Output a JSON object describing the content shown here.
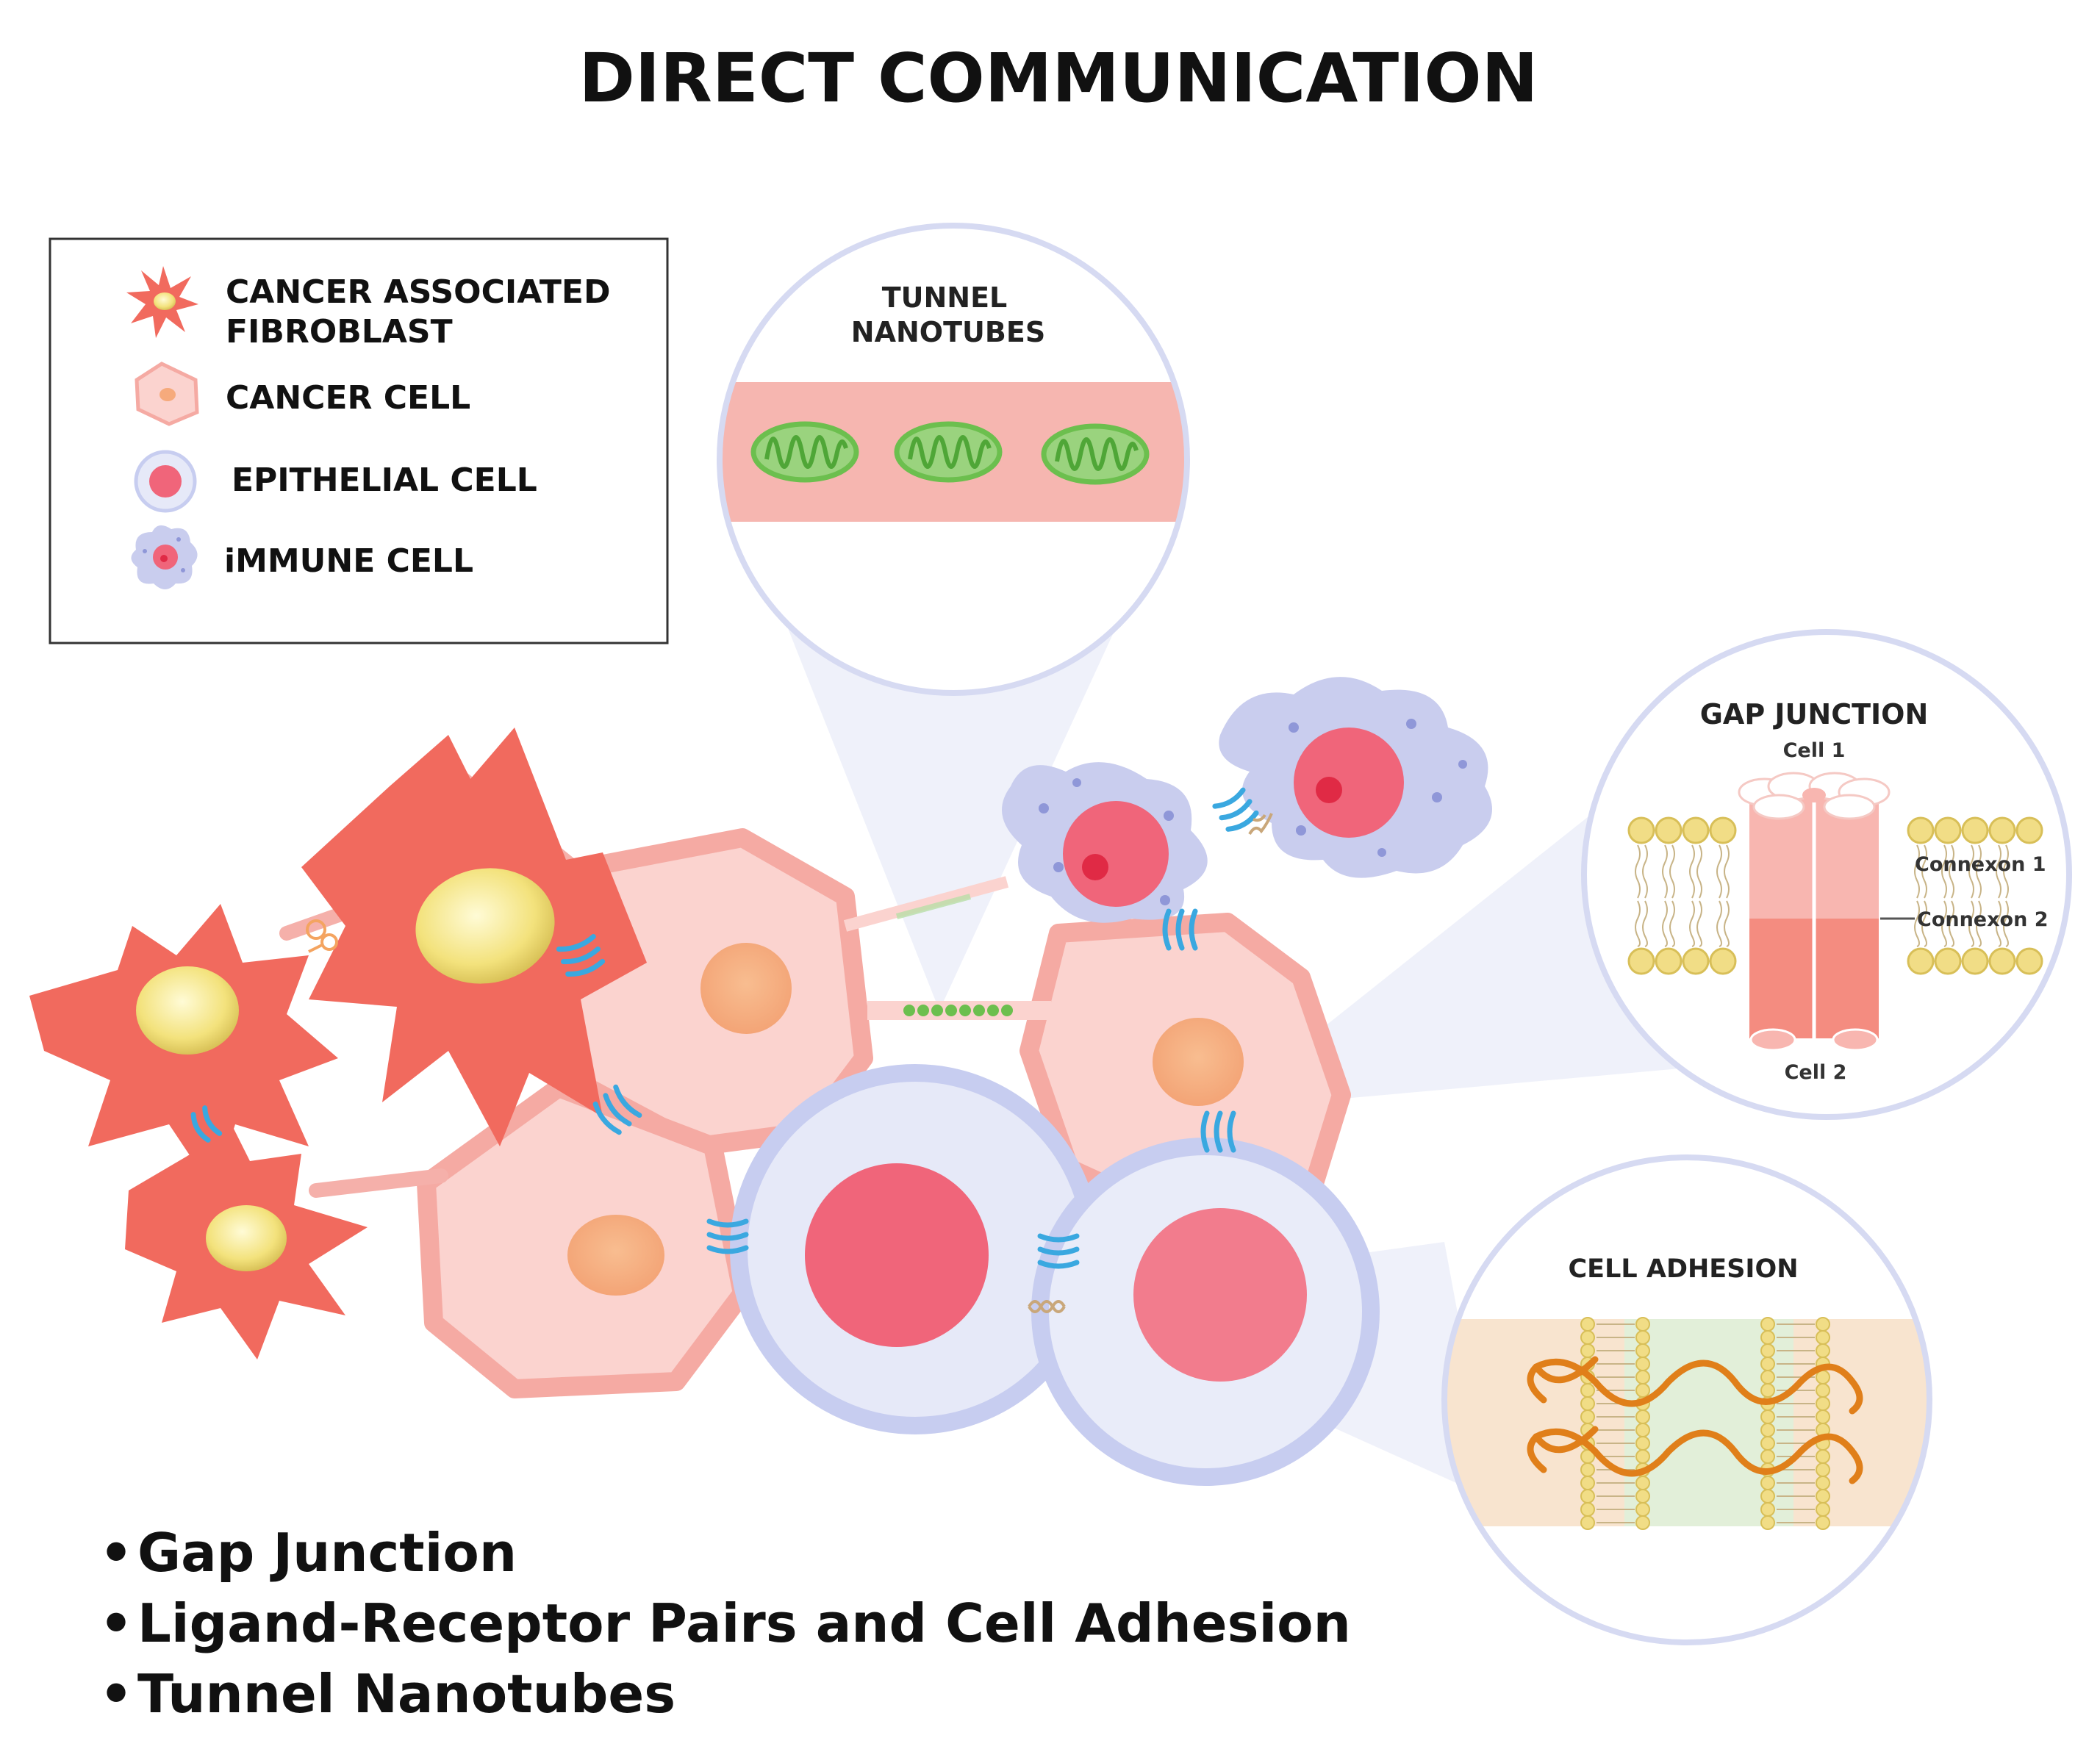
{
  "title": "DIRECT COMMUNICATION",
  "legend": {
    "items": [
      {
        "label_line1": "CANCER ASSOCIATED",
        "label_line2": "FIBROBLAST",
        "icon": "fibroblast-icon"
      },
      {
        "label_line1": "CANCER CELL",
        "icon": "cancer-cell-icon"
      },
      {
        "label_line1": "EPITHELIAL CELL",
        "icon": "epithelial-cell-icon"
      },
      {
        "label_line1": "iMMUNE CELL",
        "icon": "immune-cell-icon"
      }
    ]
  },
  "insets": {
    "tunnel_nanotubes": {
      "line1": "TUNNEL",
      "line2": "NANOTUBES"
    },
    "gap_junction": {
      "title": "GAP JUNCTION",
      "cell1": "Cell 1",
      "cell2": "Cell 2",
      "connexon1": "Connexon 1",
      "connexon2": "Connexon 2"
    },
    "cell_adhesion": {
      "title": "CELL ADHESION"
    }
  },
  "bullets": [
    "Gap Junction",
    "Ligand-Receptor Pairs and Cell Adhesion",
    "Tunnel Nanotubes"
  ],
  "colors": {
    "fibroblast": "#f16a5e",
    "fibroblast_nucleus": "#f2e27a",
    "cancer_cell": "#fbd3cf",
    "cancer_cell_border": "#f5aaa3",
    "cancer_nucleus": "#f6aa7c",
    "epithelial_cell": "#e6e9f8",
    "epithelial_border": "#c7cdf0",
    "epithelial_nucleus": "#f0657a",
    "immune_cell": "#c9cdee",
    "junction": "#3aa8e0",
    "mitochondria": "#77c85b"
  }
}
